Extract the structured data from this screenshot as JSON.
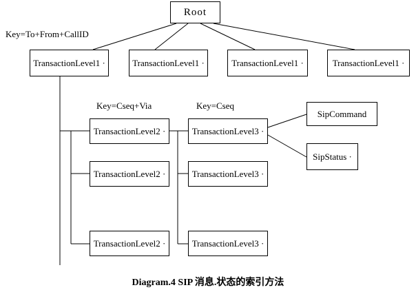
{
  "diagram": {
    "root": {
      "label": "Root"
    },
    "key_labels": {
      "level1": "Key=To+From+CallID",
      "level2": "Key=Cseq+Via",
      "level3": "Key=Cseq"
    },
    "level1_nodes": [
      {
        "label": "TransactionLevel1 ·"
      },
      {
        "label": "TransactionLevel1 ·"
      },
      {
        "label": "TransactionLevel1 ·"
      },
      {
        "label": "TransactionLevel1 ·"
      }
    ],
    "level2_nodes": [
      {
        "label": "TransactionLevel2 ·"
      },
      {
        "label": "TransactionLevel2 ·"
      },
      {
        "label": "TransactionLevel2 ·"
      }
    ],
    "level3_nodes": [
      {
        "label": "TransactionLevel3 ·"
      },
      {
        "label": "TransactionLevel3 ·"
      },
      {
        "label": "TransactionLevel3 ·"
      }
    ],
    "leaf_nodes": {
      "sip_command": "SipCommand",
      "sip_status": "SipStatus ·"
    },
    "caption": "Diagram.4 SIP 消息.状态的索引方法",
    "line_color": "#000000"
  }
}
